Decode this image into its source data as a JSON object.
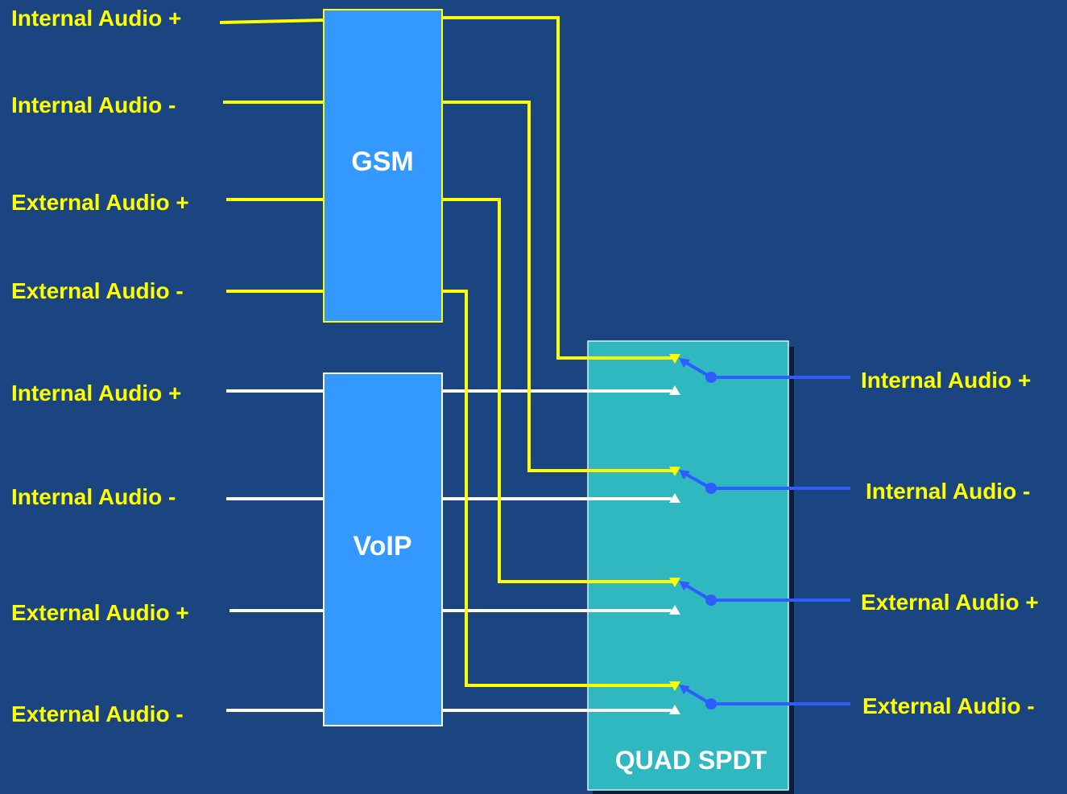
{
  "colors": {
    "background": "#1a4580",
    "gsm_wire": "#ffff00",
    "voip_wire": "#ffffff",
    "output_wire": "#2f5cff",
    "block_fill": "#3399ff",
    "switch_fill": "#2fb8bf",
    "label_text": "#ffff00"
  },
  "gsm": {
    "title": "GSM",
    "inputs": [
      "Internal Audio +",
      "Internal Audio -",
      "External Audio +",
      "External Audio -"
    ]
  },
  "voip": {
    "title": "VoIP",
    "inputs": [
      "Internal Audio +",
      "Internal Audio -",
      "External Audio +",
      "External Audio -"
    ]
  },
  "switch": {
    "title": "QUAD SPDT",
    "outputs": [
      "Internal Audio +",
      "Internal Audio -",
      "External Audio +",
      "External Audio -"
    ]
  }
}
